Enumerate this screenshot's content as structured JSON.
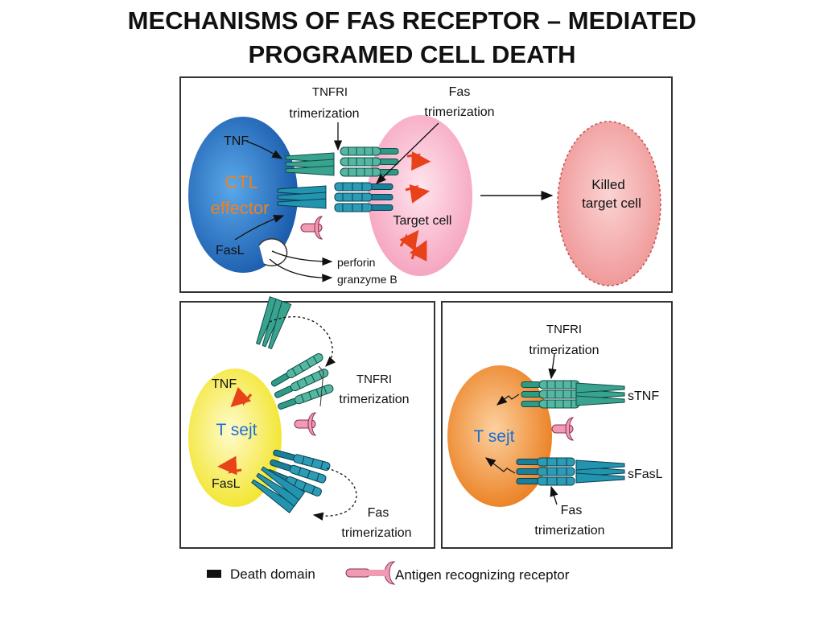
{
  "title": {
    "line1": "MECHANISMS OF FAS RECEPTOR – MEDIATED",
    "line2": "PROGRAMED CELL DEATH"
  },
  "panel_top": {
    "tnfr_line1": "TNFRI",
    "tnfr_line2": "trimerization",
    "fas_line1": "Fas",
    "fas_line2": "trimerization",
    "tnf": "TNF",
    "ctl_line1": "CTL",
    "ctl_line2": "effector",
    "fasl": "FasL",
    "target": "Target cell",
    "perforin": "perforin",
    "granzyme": "granzyme B",
    "killed_line1": "Killed",
    "killed_line2": "target cell"
  },
  "panel_left": {
    "tnf": "TNF",
    "tcell": "T sejt",
    "fasl": "FasL",
    "tnfr_line1": "TNFRI",
    "tnfr_line2": "trimerization",
    "fas_line1": "Fas",
    "fas_line2": "trimerization"
  },
  "panel_right": {
    "tnfr_line1": "TNFRI",
    "tnfr_line2": "trimerization",
    "tcell": "T sejt",
    "stnf": "sTNF",
    "sfasl": "sFasL",
    "fas_line1": "Fas",
    "fas_line2": "trimerization"
  },
  "legend": {
    "death_domain": "Death domain",
    "antigen_receptor": "Antigen recognizing receptor"
  },
  "colors": {
    "ctl_blue": "#1f6fc0",
    "target_pink": "#f7b7cc",
    "killed_pink": "#f2a0a0",
    "tcell_yellow": "#f6f04a",
    "tcell_orange": "#f08a2a",
    "receptor_green": "#2f9a86",
    "receptor_teal": "#1a7f99",
    "antigen_pink": "#f09ab4",
    "bolt_red": "#e8421b",
    "ctl_label_orange": "#f08020",
    "tcell_label_blue": "#1c6fd0"
  }
}
